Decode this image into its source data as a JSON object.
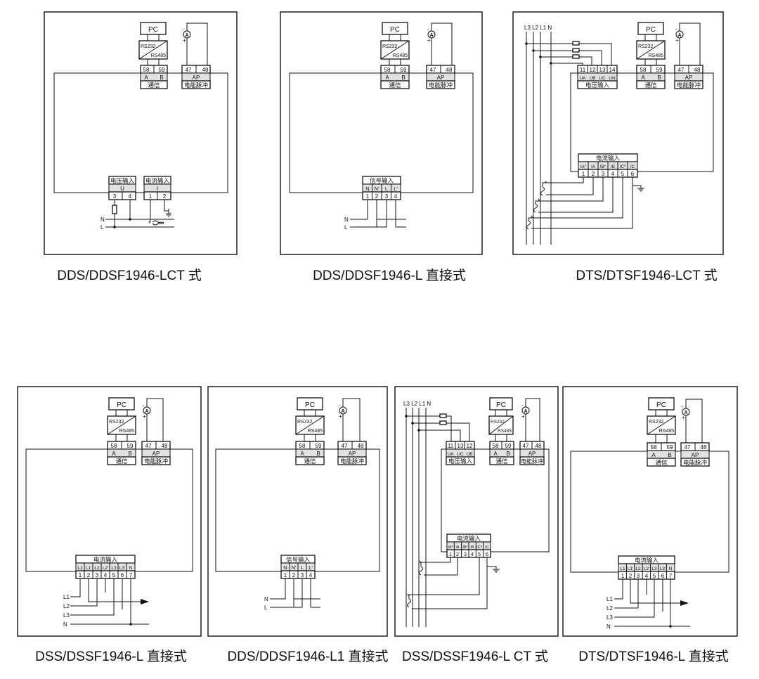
{
  "labels": {
    "pc": "PC",
    "rs232": "RS232",
    "rs485": "RS485",
    "comm_title": "通信",
    "pulse_title": "电能脉冲",
    "pulse_code": "AP",
    "voltage_input": "电压输入",
    "current_input": "电流输入",
    "signal_input": "信号输入",
    "voltage_code": "U",
    "current_code": "I",
    "star": "*"
  },
  "comm_terminals": [
    "58",
    "59"
  ],
  "comm_codes": [
    "A",
    "B"
  ],
  "pulse_terminals": [
    "47",
    "48"
  ],
  "phase_header_4": "L3 L2 L1  N",
  "lines": {
    "N": "N",
    "L": "L",
    "L1": "L1",
    "L2": "L2",
    "L3": "L3"
  },
  "panels": [
    {
      "id": "p1",
      "caption": "DDS/DDSF1946-LCT 式",
      "voltage_terminals": [
        "3",
        "4"
      ],
      "current_terminals": [
        "1",
        "2"
      ]
    },
    {
      "id": "p2",
      "caption": "DDS/DDSF1946-L 直接式",
      "signal_codes": [
        "N",
        "N'",
        "L",
        "L'"
      ],
      "signal_terminals": [
        "1",
        "2",
        "3",
        "4"
      ]
    },
    {
      "id": "p3",
      "caption": "DTS/DTSF1946-LCT 式",
      "voltage_terminals": [
        "11",
        "12",
        "13",
        "14"
      ],
      "voltage_codes": [
        "UA",
        "UB",
        "UC",
        "UN"
      ],
      "current_codes": [
        "IA*",
        "IA",
        "IB*",
        "IB",
        "IC*",
        "IC"
      ],
      "current_terminals": [
        "1",
        "2",
        "3",
        "4",
        "5",
        "6"
      ]
    },
    {
      "id": "p4",
      "caption": "DSS/DSSF1946-L 直接式",
      "current_codes": [
        "L1",
        "L1'",
        "L2",
        "L2'",
        "L3",
        "L3'",
        "N"
      ],
      "current_terminals": [
        "1",
        "2",
        "3",
        "4",
        "5",
        "6",
        "7"
      ]
    },
    {
      "id": "p5",
      "caption": "DDS/DDSF1946-L1 直接式",
      "signal_codes": [
        "N",
        "N'",
        "L",
        "L'"
      ],
      "signal_terminals": [
        "1",
        "2",
        "3",
        "4"
      ]
    },
    {
      "id": "p6",
      "caption": "DSS/DSSF1946-L CT 式",
      "voltage_terminals": [
        "11",
        "13",
        "12"
      ],
      "voltage_codes": [
        "UA",
        "UC",
        "UB"
      ],
      "current_codes": [
        "IA*",
        "IA",
        "IB*",
        "IB",
        "IC*",
        "IC"
      ],
      "current_terminals": [
        "1",
        "2",
        "3",
        "4",
        "5",
        "6"
      ]
    },
    {
      "id": "p7",
      "caption": "DTS/DTSF1946-L 直接式",
      "current_codes": [
        "L1",
        "L1'",
        "L2",
        "L2'",
        "L3",
        "L3'",
        "N"
      ],
      "current_terminals": [
        "1",
        "2",
        "3",
        "4",
        "5",
        "6",
        "7"
      ]
    }
  ]
}
